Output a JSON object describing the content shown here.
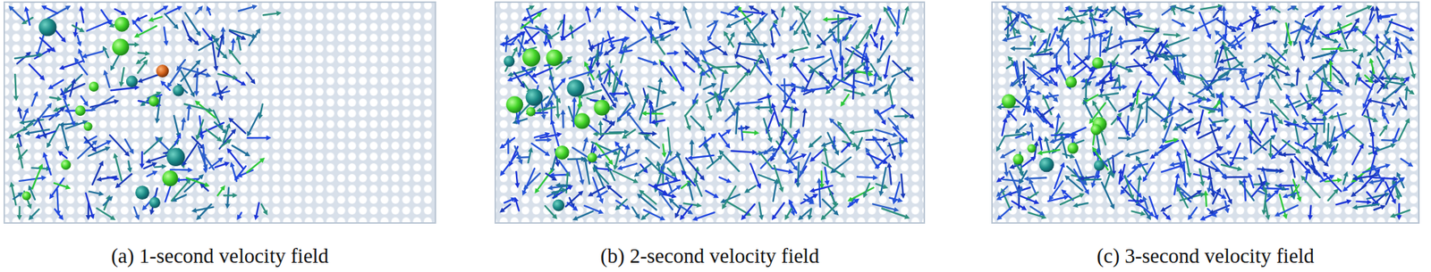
{
  "diagram": {
    "labels": [
      "(a) 1-second velocity field",
      "(b) 2-second velocity field",
      "(c) 3-second velocity field"
    ]
  }
}
